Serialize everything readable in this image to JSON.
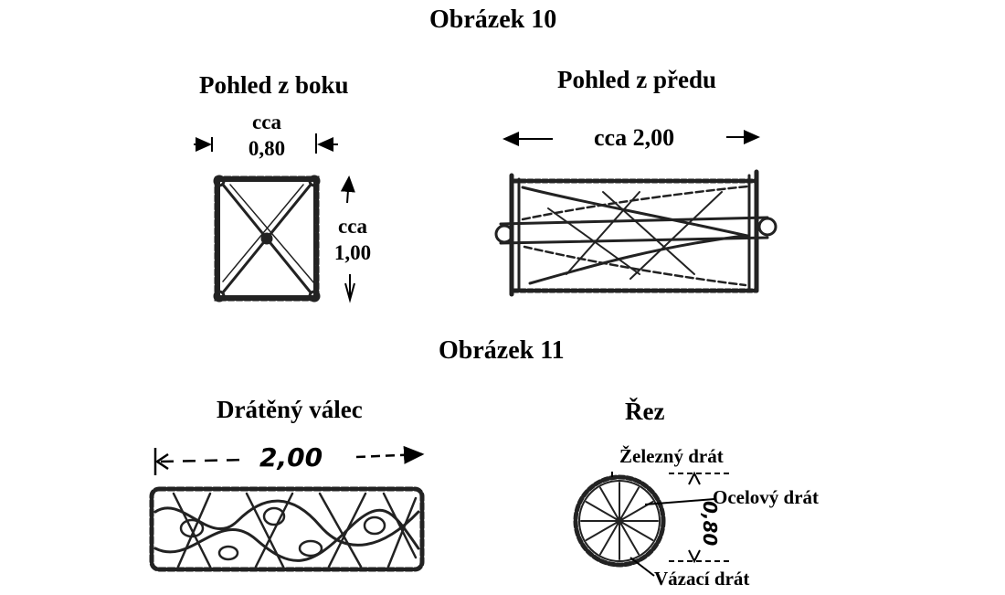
{
  "figure10": {
    "title": "Obrázek 10",
    "side_view": {
      "title": "Pohled z boku",
      "width_dim_line1": "cca",
      "width_dim_line2": "0,80",
      "height_dim_line1": "cca",
      "height_dim_line2": "1,00"
    },
    "front_view": {
      "title": "Pohled z předu",
      "length_dim": "cca 2,00"
    }
  },
  "figure11": {
    "title": "Obrázek 11",
    "cylinder": {
      "title": "Drátěný válec",
      "length_dim": "2,00"
    },
    "section": {
      "title": "Řez",
      "label_iron": "Železný drát",
      "label_steel": "Ocelový drát",
      "label_binding": "Vázací drát",
      "diameter_dim": "0,80"
    }
  }
}
